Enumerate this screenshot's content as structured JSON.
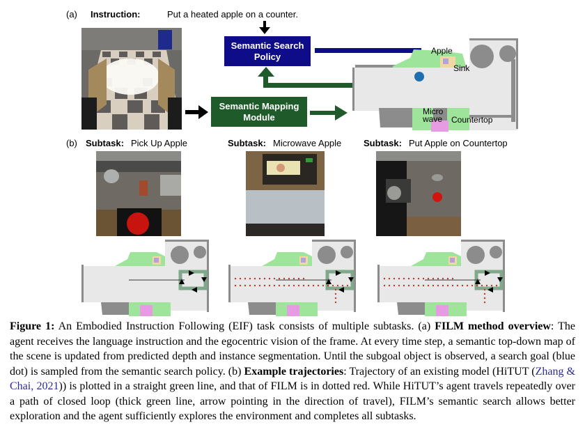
{
  "figure": {
    "part_a": {
      "marker": "(a)",
      "instruction_label": "Instruction:",
      "instruction_text": "Put a heated apple on a counter.",
      "semantic_search_policy": "Semantic Search Policy",
      "semantic_mapping_module": "Semantic Mapping Module",
      "map_labels": {
        "apple": "Apple",
        "sink": "Sink",
        "microwave": "Micro wave",
        "countertop": "Countertop"
      },
      "colors": {
        "policy_box": "#0f0c8a",
        "mapping_box": "#1f5a2a",
        "search_goal_dot": "#1f6fae",
        "explored_area": "#e8e8e8",
        "obstacles": "#8c8c8c",
        "countertop": "#9ee59b",
        "microwave": "#e69be3",
        "sink": "#f1d7a3",
        "apple": "#b2a3d8"
      }
    },
    "part_b": {
      "marker": "(b)",
      "subtasks": [
        {
          "label": "Subtask:",
          "name": "Pick Up Apple",
          "trajectory": "HiTUT straight green line with closed loop"
        },
        {
          "label": "Subtask:",
          "name": "Microwave Apple",
          "trajectory": "FILM dotted red exploration"
        },
        {
          "label": "Subtask:",
          "name": "Put Apple on Countertop",
          "trajectory": "FILM dotted red exploration"
        }
      ]
    },
    "caption": {
      "figure_label": "Figure 1:",
      "s1": " An Embodied Instruction Following (EIF) task consists of multiple subtasks. (a) ",
      "bold1": "FILM method overview",
      "s2": ": The agent receives the language instruction and the egocentric vision of the frame. At every time step, a semantic top-down map of the scene is updated from predicted depth and instance segmentation. Until the subgoal object is observed, a search goal (blue dot) is sampled from the semantic search policy. (b) ",
      "bold2": "Example trajectories",
      "s3": ": Trajectory of an existing model (HiTUT (",
      "citation": "Zhang & Chai, 2021",
      "s4": ")) is plotted in a straight green line, and that of FILM is in dotted red.  While HiTUT’s agent travels repeatedly over a path of closed loop (thick green line, arrow pointing in the direction of travel), FILM’s semantic search allows better exploration and the agent sufficiently explores the environment and completes all subtasks."
    }
  }
}
